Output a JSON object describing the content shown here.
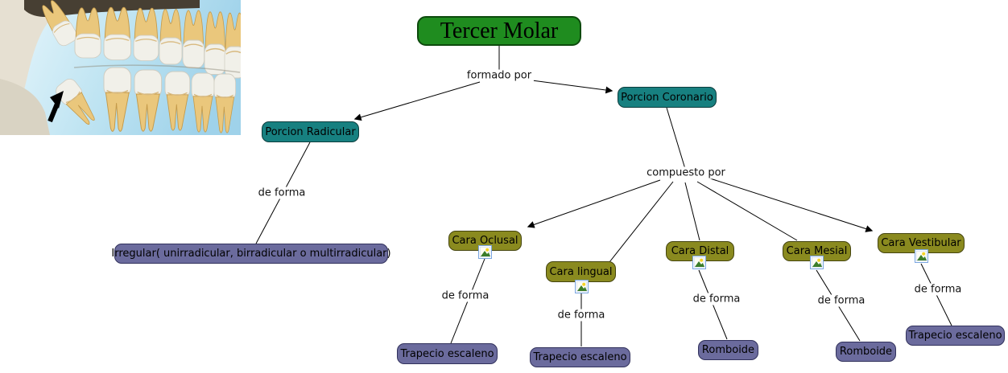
{
  "diagram": {
    "title": "Tercer Molar",
    "linking_phrases": {
      "formado_por": "formado por",
      "compuesto_por": "compuesto por",
      "de_forma": "de forma"
    },
    "nodes": {
      "porcion_radicular": "Porcion Radicular",
      "porcion_coronario": "Porcion Coronario",
      "irregular": "Irregular( unirradicular, birradicular o multirradicular)",
      "cara_oclusal": "Cara Oclusal",
      "cara_lingual": "Cara lingual",
      "cara_distal": "Cara Distal",
      "cara_mesial": "Cara Mesial",
      "cara_vestibular": "Cara Vestibular",
      "trapecio_escaleno_oclusal": "Trapecio escaleno",
      "trapecio_escaleno_lingual": "Trapecio escaleno",
      "romboide_distal": "Romboide",
      "romboide_mesial": "Romboide",
      "trapecio_escaleno_vestibular": "Trapecio escaleno"
    },
    "colors": {
      "concept_root": "#1f8c1f",
      "concept_branch": "#178080",
      "concept_face": "#8a8a1f",
      "concept_shape": "#6b6b9d",
      "connector": "#000000"
    },
    "icons": {
      "resource": "image-attachment-icon",
      "photo_annotation": "arrow-icon"
    }
  }
}
